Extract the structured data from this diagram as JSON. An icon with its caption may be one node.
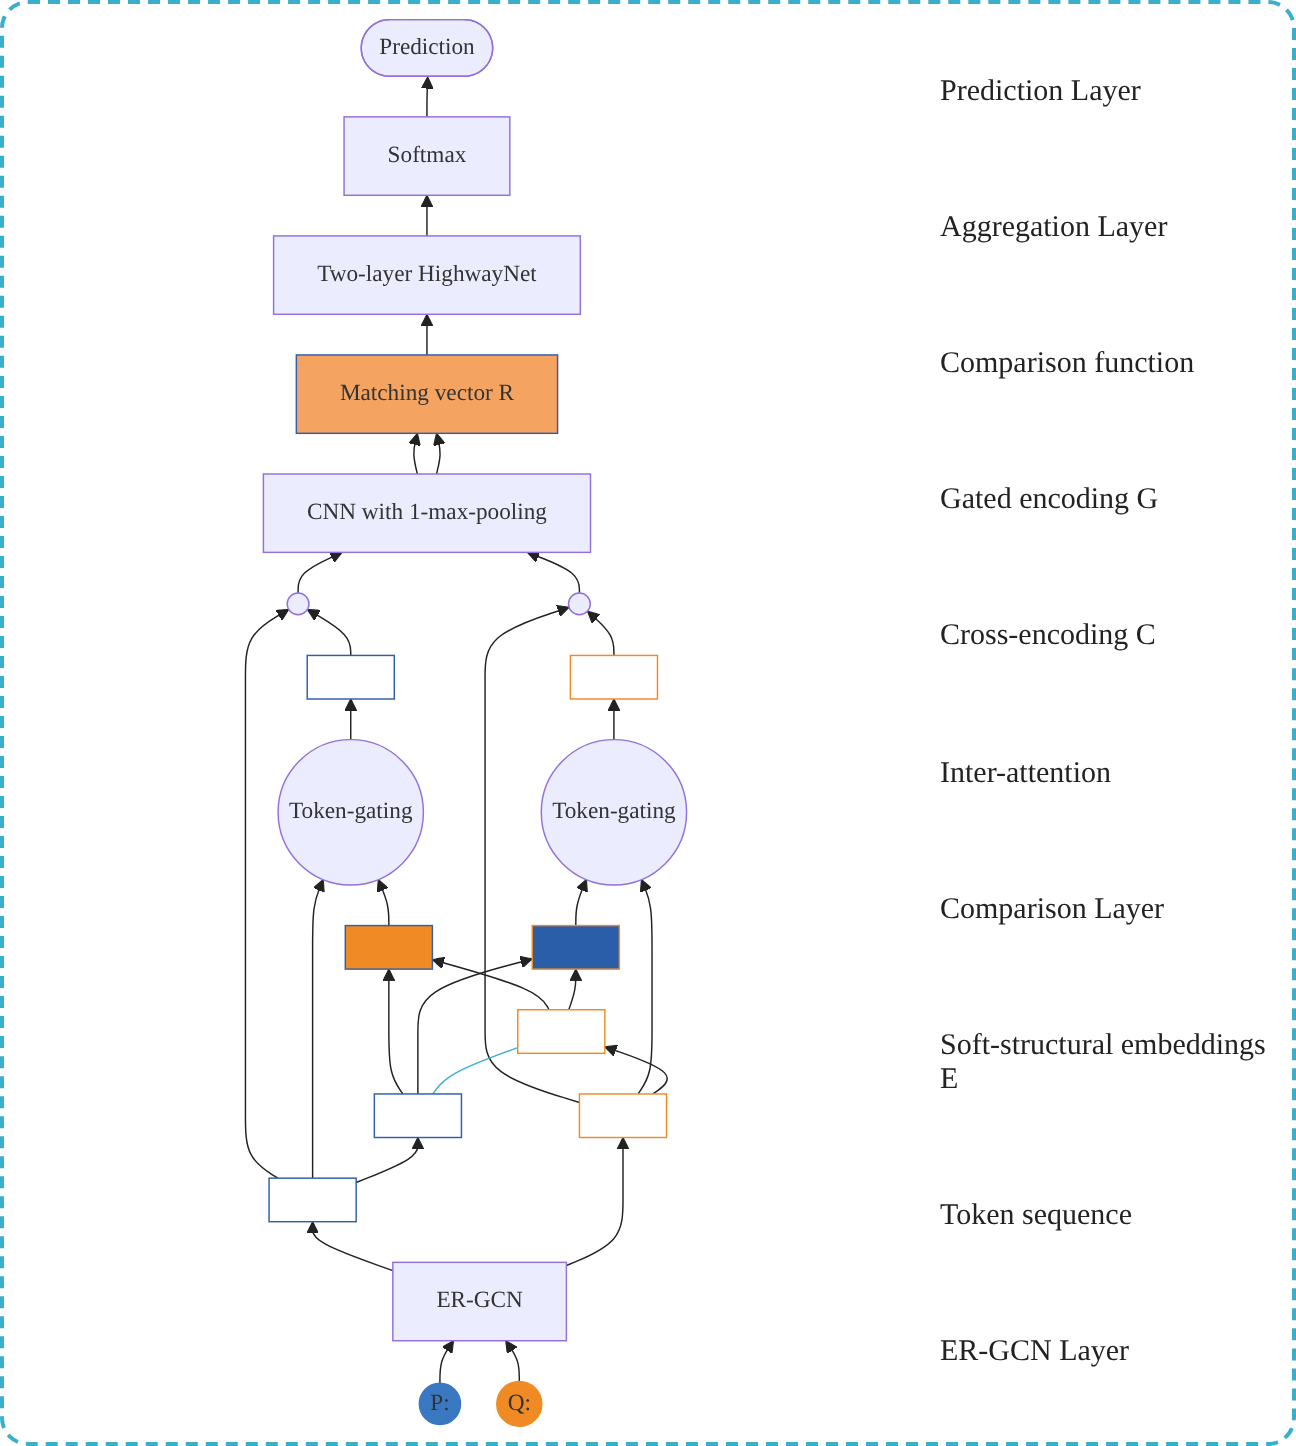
{
  "diagram": {
    "nodes": [
      {
        "text": [
          "Prediction"
        ]
      },
      {
        "text": [
          "Softmax"
        ]
      },
      {
        "text": [
          "Two-layer HighwayNet"
        ]
      },
      {
        "text": [
          "Matching vector R"
        ]
      },
      {
        "text": [
          "CNN with 1-max-pooling"
        ]
      },
      {
        "text": [],
        "shape": "circle"
      },
      {
        "text": [],
        "shape": "circle"
      },
      {
        "text": [],
        "shape": "box"
      },
      {
        "text": [],
        "shape": "box"
      },
      {
        "text": [
          "Token-gating"
        ]
      },
      {
        "text": [],
        "shape": "box"
      },
      {
        "text": [],
        "shape": "box"
      },
      {
        "text": [
          "Token-gating"
        ]
      },
      {
        "text": [],
        "shape": "box"
      },
      {
        "text": [],
        "shape": "box"
      },
      {
        "text": [],
        "shape": "box"
      },
      {
        "text": [],
        "shape": "box"
      },
      {
        "text": [
          "ER-GCN"
        ]
      },
      {
        "text": [
          "P:"
        ]
      },
      {
        "text": [
          "Q:"
        ]
      }
    ],
    "edges": [
      {
        "from": 1,
        "to": 0,
        "arrow": "to"
      },
      {
        "from": 2,
        "to": 1,
        "arrow": "to"
      },
      {
        "from": 3,
        "to": 2,
        "arrow": "to"
      },
      {
        "from": 4,
        "to": 3,
        "arrow": "to"
      },
      {
        "from": 4,
        "to": 3,
        "arrow": "to"
      },
      {
        "from": 5,
        "to": 4,
        "arrow": "to"
      },
      {
        "from": 6,
        "to": 4,
        "arrow": "to"
      },
      {
        "from": 7,
        "to": 5,
        "arrow": "to"
      },
      {
        "from": 8,
        "to": 6,
        "arrow": "to"
      },
      {
        "from": 15,
        "to": 5,
        "arrow": "to"
      },
      {
        "from": 16,
        "to": 6,
        "arrow": "to"
      },
      {
        "from": 9,
        "to": 7,
        "arrow": "to"
      },
      {
        "from": 12,
        "to": 8,
        "arrow": "to"
      },
      {
        "from": 10,
        "to": 9,
        "arrow": "to"
      },
      {
        "from": 11,
        "to": 12,
        "arrow": "to"
      },
      {
        "from": 15,
        "to": 9,
        "arrow": "to"
      },
      {
        "from": 16,
        "to": 12,
        "arrow": "to"
      },
      {
        "from": 13,
        "to": 10,
        "arrow": "to"
      },
      {
        "from": 13,
        "to": 11,
        "arrow": "to"
      },
      {
        "from": 14,
        "to": 10,
        "arrow": "to"
      },
      {
        "from": 14,
        "to": 11,
        "arrow": "to"
      },
      {
        "from": 13,
        "to": 14,
        "arrow": "none",
        "color": "#3aaecb"
      },
      {
        "from": 15,
        "to": 13,
        "arrow": "to"
      },
      {
        "from": 16,
        "to": 14,
        "arrow": "to"
      },
      {
        "from": 17,
        "to": 15,
        "arrow": "to"
      },
      {
        "from": 17,
        "to": 16,
        "arrow": "to"
      },
      {
        "from": 18,
        "to": 17,
        "arrow": "to"
      },
      {
        "from": 19,
        "to": 17,
        "arrow": "to"
      }
    ],
    "labels": [
      "Prediction Layer",
      "Aggregation Layer",
      "Comparison function",
      "Gated encoding G",
      "Cross-encoding C",
      "Inter-attention",
      "Comparison Layer",
      "Soft-structural embeddings E",
      "Token sequence",
      "ER-GCN Layer"
    ]
  }
}
